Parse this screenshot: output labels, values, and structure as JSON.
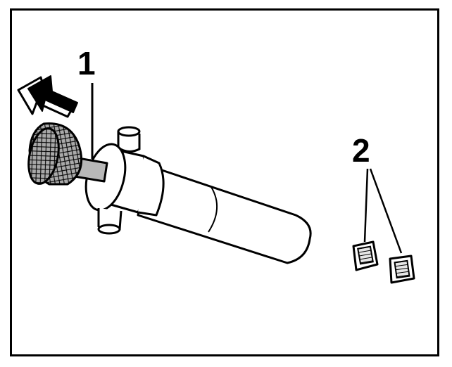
{
  "callouts": [
    {
      "id": "1",
      "label": "1"
    },
    {
      "id": "2",
      "label": "2"
    }
  ],
  "colors": {
    "outline": "#000000",
    "body": "#ffffff",
    "shaft": "#b8b8b8",
    "knob": "#a9a9a9",
    "arrow": "#000000"
  },
  "icons": {
    "direction_arrow": "arrow-up-left-icon"
  }
}
